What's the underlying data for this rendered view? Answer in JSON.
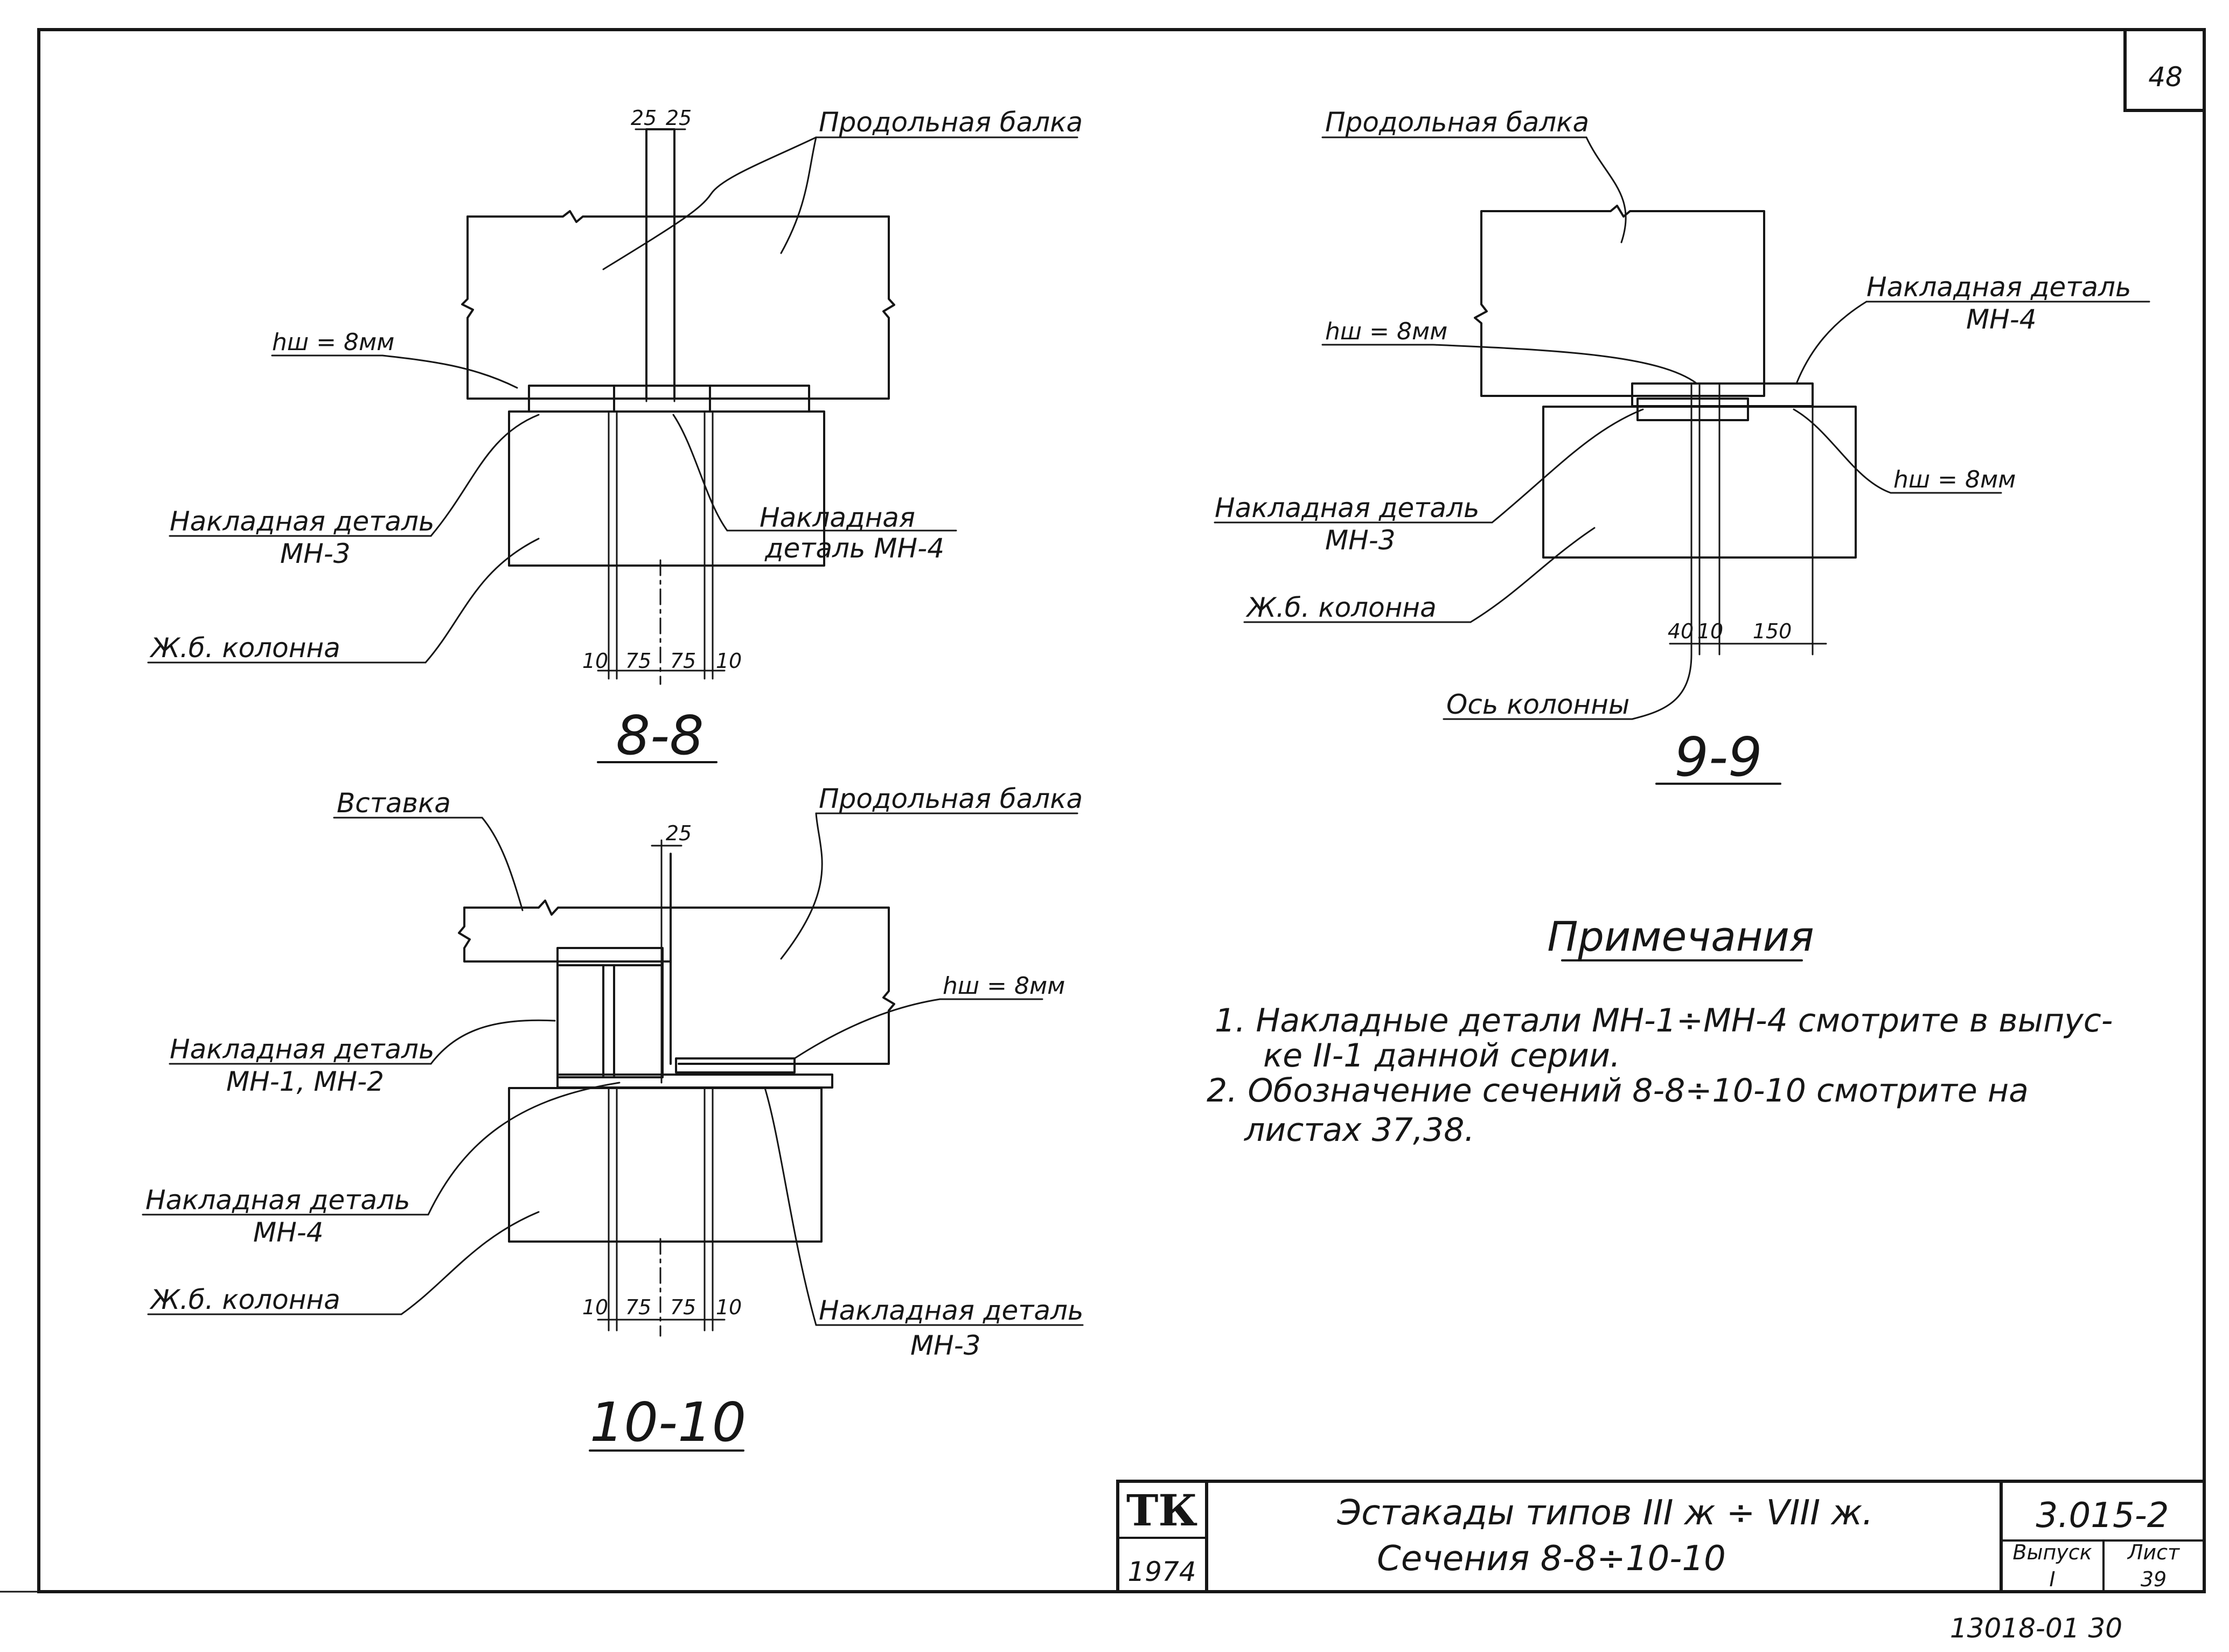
{
  "sheet": {
    "corner_number": "48",
    "stamp_bottom": "13018-01 30"
  },
  "section_8_8": {
    "title": "8-8",
    "beam_label": "Продольная балка",
    "weld_label": "hш = 8мм",
    "part_left_l1": "Накладная деталь",
    "part_left_l2": "МН-3",
    "part_right_l1": "Накладная",
    "part_right_l2": "деталь МН-4",
    "column_label": "Ж.б. колонна",
    "dim_top_1": "25",
    "dim_top_2": "25",
    "dim_bottom": [
      "10",
      "75",
      "75",
      "10"
    ]
  },
  "section_9_9": {
    "title": "9-9",
    "beam_label": "Продольная балка",
    "weld_label_left": "hш = 8мм",
    "part_top_l1": "Накладная деталь",
    "part_top_l2": "МН-4",
    "weld_label_right": "hш = 8мм",
    "part_left_l1": "Накладная деталь",
    "part_left_l2": "МН-3",
    "column_label": "Ж.б. колонна",
    "axis_label": "Ось колонны",
    "dim_bottom": [
      "40",
      "10",
      "150"
    ]
  },
  "section_10_10": {
    "title": "10-10",
    "insert_label": "Вставка",
    "beam_label": "Продольная балка",
    "dim_top": "25",
    "weld_label": "hш = 8мм",
    "part_a_l1": "Накладная деталь",
    "part_a_l2": "МН-1, МН-2",
    "part_b_l1": "Накладная деталь",
    "part_b_l2": "МН-4",
    "column_label": "Ж.б. колонна",
    "part_c_l1": "Накладная деталь",
    "part_c_l2": "МН-3",
    "dim_bottom": [
      "10",
      "75",
      "75",
      "10"
    ]
  },
  "notes": {
    "header": "Примечания",
    "lines": [
      "1. Накладные детали МН-1÷МН-4 смотрите в выпус-",
      "ке II-1 данной серии.",
      "2. Обозначение сечений 8-8÷10-10 смотрите на",
      "листах 37,38."
    ]
  },
  "title_block": {
    "org": "ТК",
    "year": "1974",
    "title_line1": "Эстакады типов III ж ÷ VIII ж.",
    "title_line2": "Сечения 8-8÷10-10",
    "code": "3.015-2",
    "issue_label": "Выпуск",
    "issue_value": "I",
    "sheet_label": "Лист",
    "sheet_value": "39"
  }
}
